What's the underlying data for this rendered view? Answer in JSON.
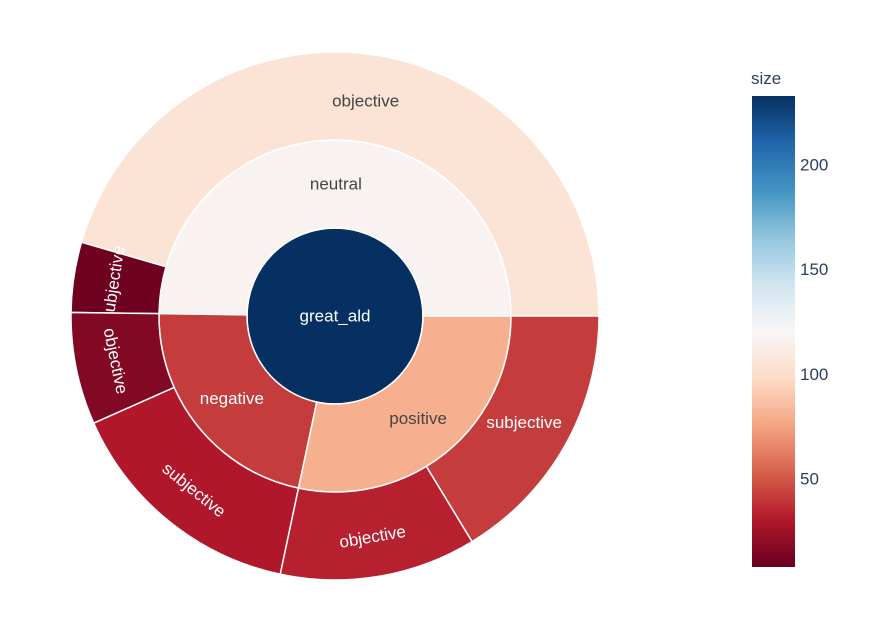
{
  "chart_data": {
    "type": "sunburst",
    "root": {
      "label": "great_ald",
      "value": 233,
      "color_value": 233,
      "children": [
        {
          "label": "neutral",
          "value": 116,
          "color_value": 117,
          "children": [
            {
              "label": "objective",
              "value": 106,
              "color_value": 105
            },
            {
              "label": "subjective",
              "value": 10,
              "color_value": 10
            }
          ]
        },
        {
          "label": "negative",
          "value": 51,
          "color_value": 42,
          "children": [
            {
              "label": "objective",
              "value": 16,
              "color_value": 16
            },
            {
              "label": "subjective",
              "value": 35,
              "color_value": 30
            }
          ]
        },
        {
          "label": "positive",
          "value": 66,
          "color_value": 80,
          "children": [
            {
              "label": "objective",
              "value": 28,
              "color_value": 33
            },
            {
              "label": "subjective",
              "value": 38,
              "color_value": 42
            }
          ]
        }
      ]
    },
    "colorbar": {
      "title": "size",
      "colorscale": "RdBu",
      "range": [
        8,
        233
      ],
      "ticks": [
        50,
        100,
        150,
        200
      ],
      "tick_labels": [
        "50",
        "100",
        "150",
        "200"
      ]
    }
  }
}
